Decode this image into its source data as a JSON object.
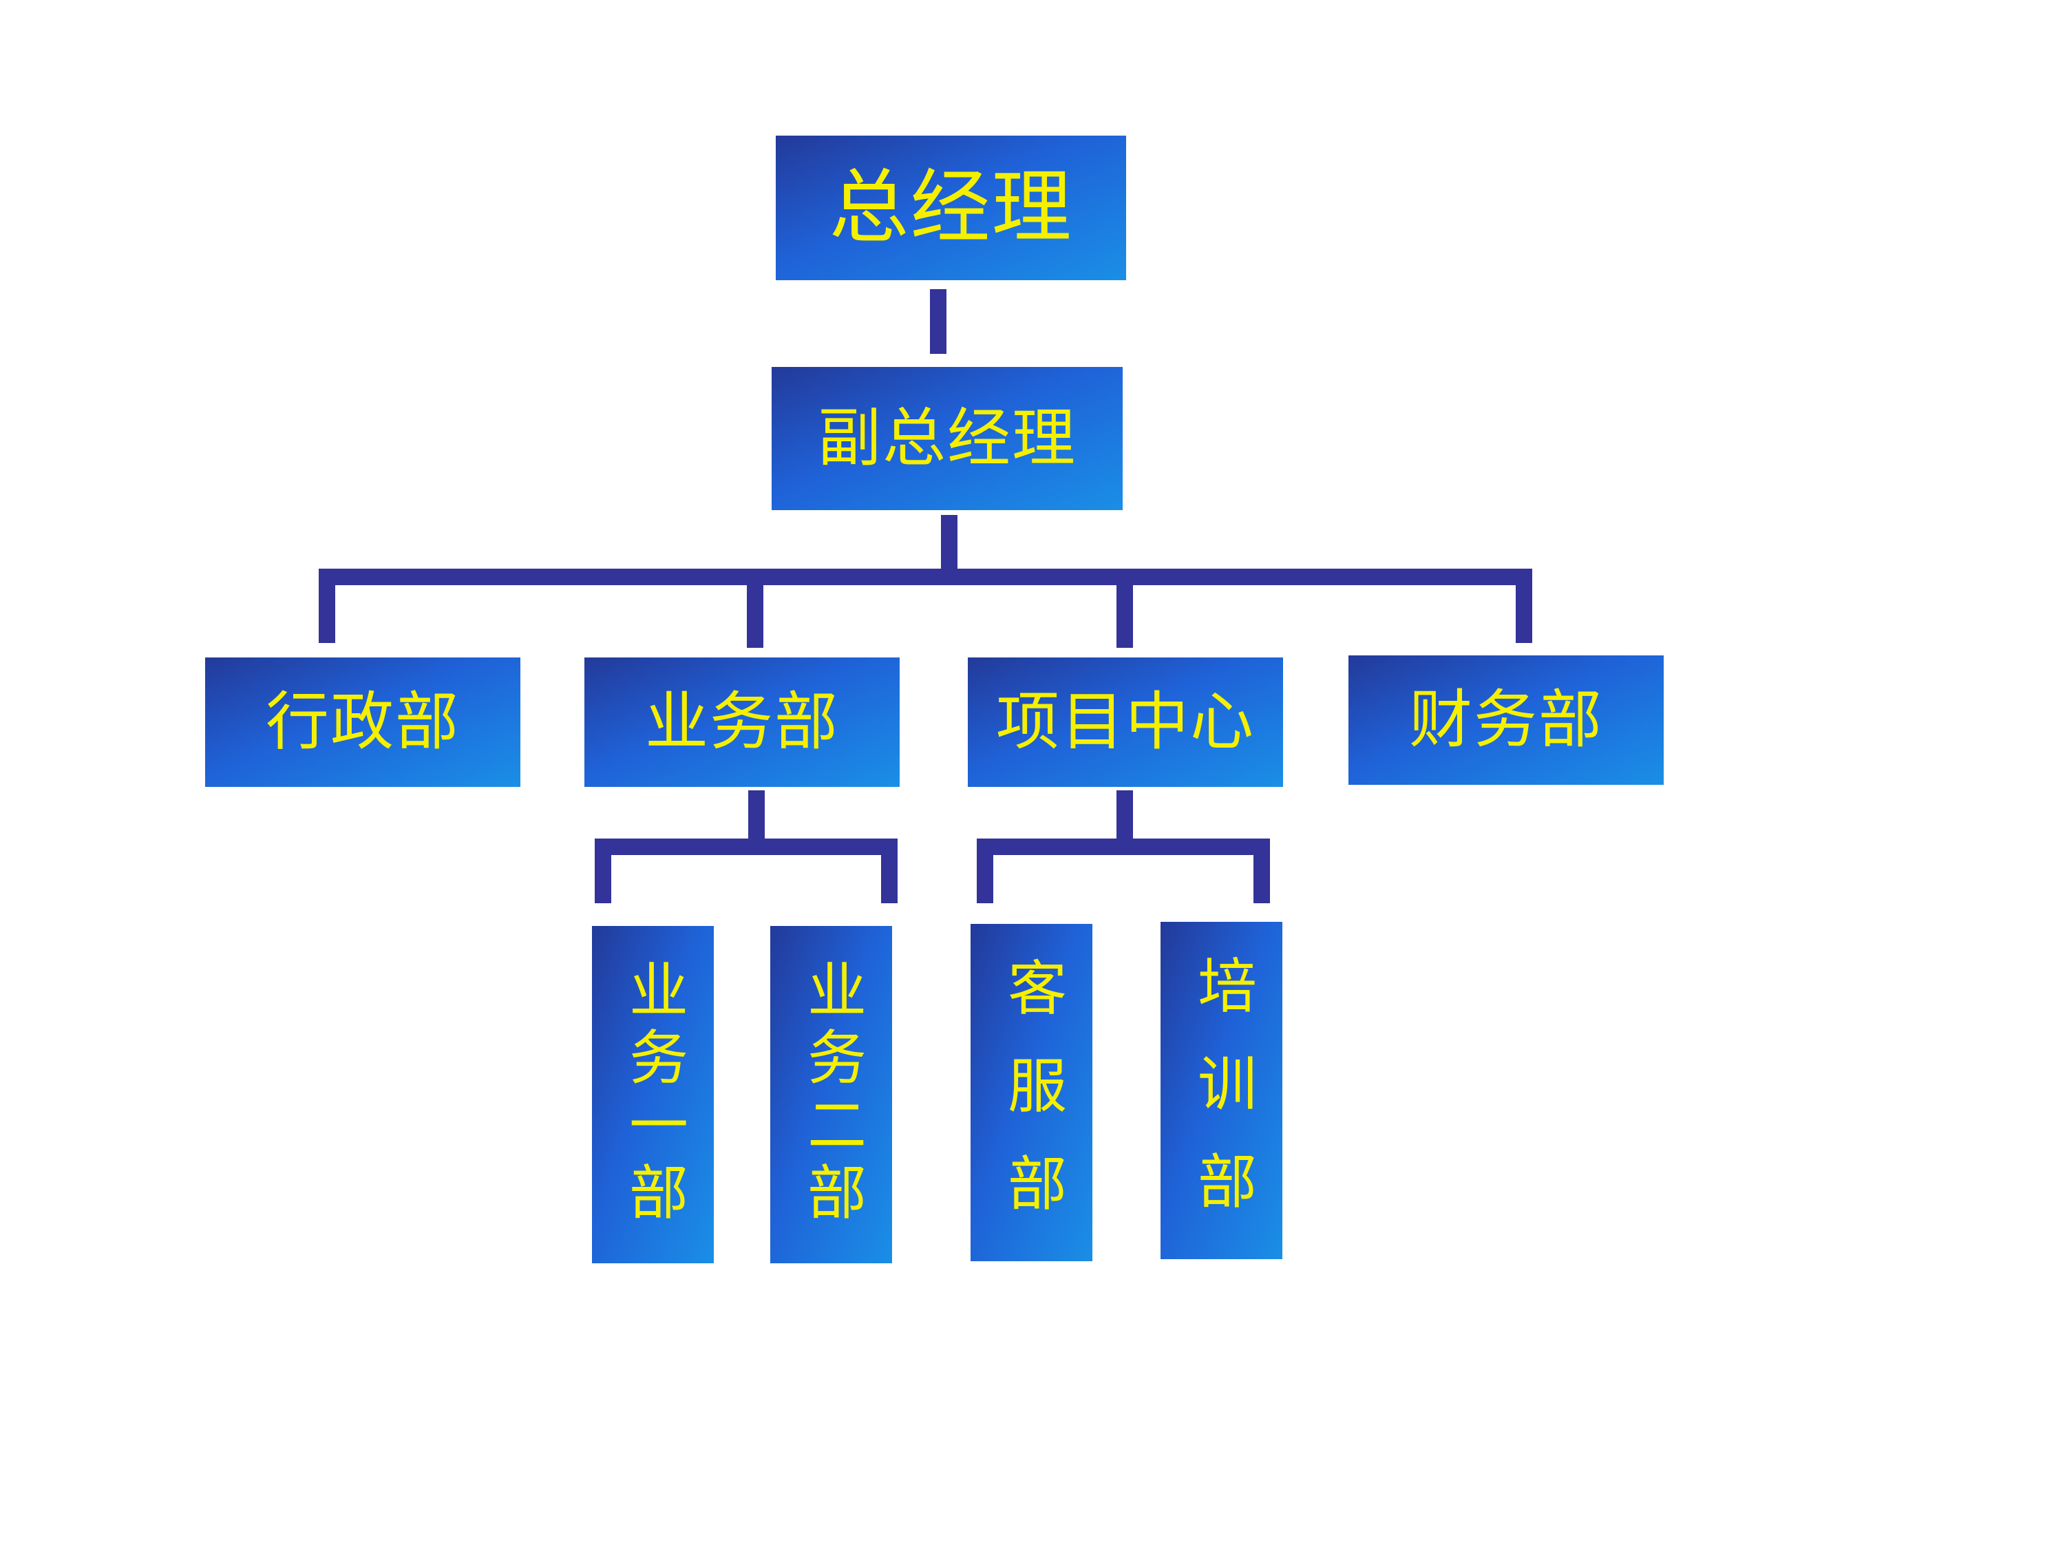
{
  "org_chart": {
    "top": {
      "label": "总经理"
    },
    "second": {
      "label": "副总经理"
    },
    "departments": [
      {
        "label": "行政部"
      },
      {
        "label": "业务部"
      },
      {
        "label": "项目中心"
      },
      {
        "label": "财务部"
      }
    ],
    "sub_units": [
      {
        "label": "业务一部"
      },
      {
        "label": "业务二部"
      },
      {
        "label": "客服部"
      },
      {
        "label": "培训部"
      }
    ]
  },
  "colors": {
    "connector": "#333399",
    "box_gradient_start": "#233a9a",
    "box_gradient_end": "#1a8fe6",
    "text": "#f5f000"
  }
}
